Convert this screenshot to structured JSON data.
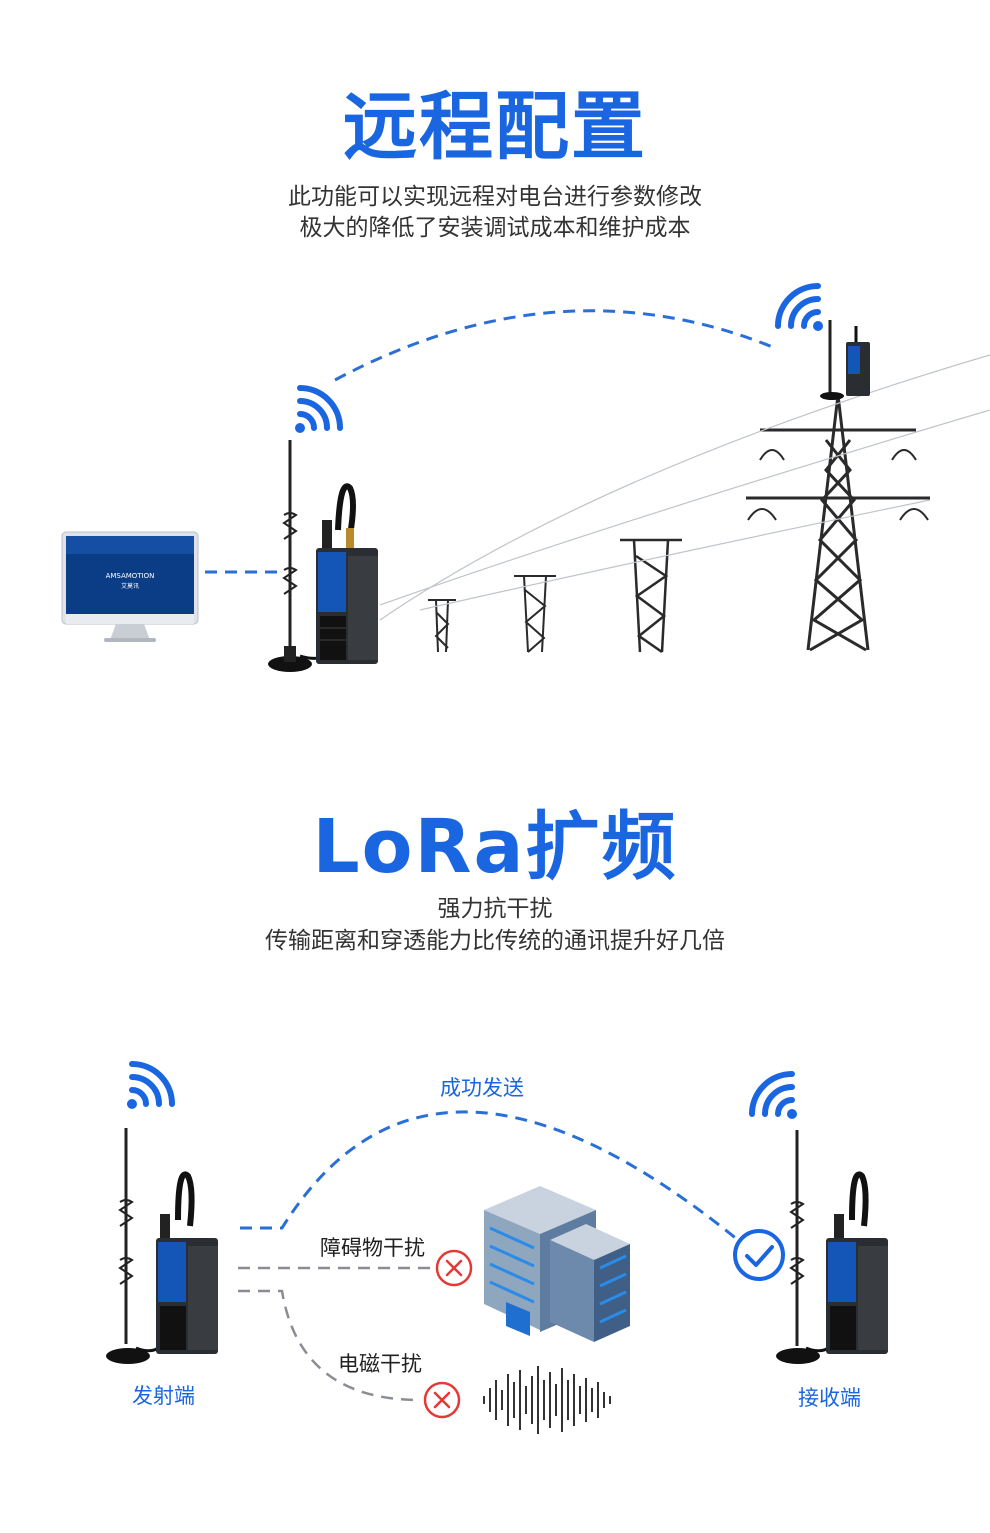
{
  "section1": {
    "title": "远程配置",
    "subtitle_line1": "此功能可以实现远程对电台进行参数修改",
    "subtitle_line2": "极大的降低了安装调试成本和维护成本",
    "monitor_brand": "AMSAMOTION",
    "monitor_brand_sub": "艾莫讯"
  },
  "section2": {
    "title": "LoRa扩频",
    "subtitle_line1": "强力抗干扰",
    "subtitle_line2": "传输距离和穿透能力比传统的通讯提升好几倍",
    "success_label": "成功发送",
    "obstacle_label": "障碍物干扰",
    "emi_label": "电磁干扰",
    "transmitter_label": "发射端",
    "receiver_label": "接收端"
  },
  "colors": {
    "accent": "#1a66e0",
    "dashed_line": "#2a6fd6",
    "error": "#e53935",
    "text": "#333333"
  }
}
